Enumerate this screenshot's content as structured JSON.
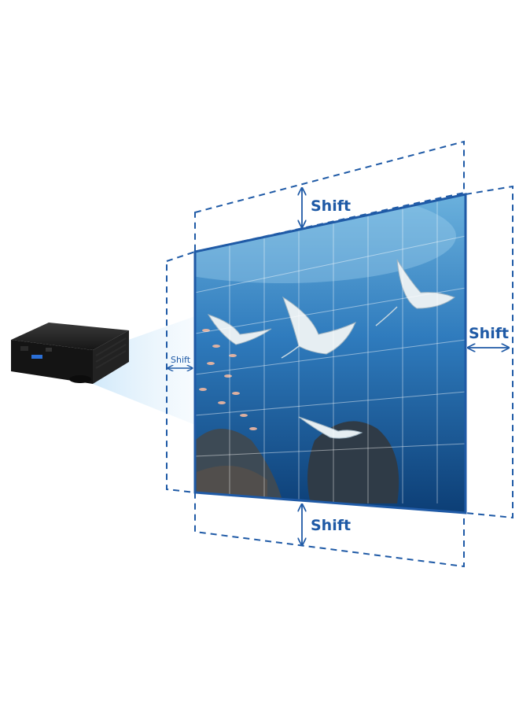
{
  "labels": {
    "shift_top": "Shift",
    "shift_right": "Shift",
    "shift_bottom": "Shift",
    "shift_left": "Shift"
  },
  "colors": {
    "accent": "#1f5aa6",
    "water_light": "#5fa9d8",
    "water_dark": "#0b3c73",
    "projector_body": "#1a1a1a",
    "beam": "#bfe0f7"
  },
  "icons": {
    "projector": "projector-icon",
    "arrow": "double-arrow-icon"
  },
  "scene": {
    "image_subject": "underwater-manta-rays"
  }
}
